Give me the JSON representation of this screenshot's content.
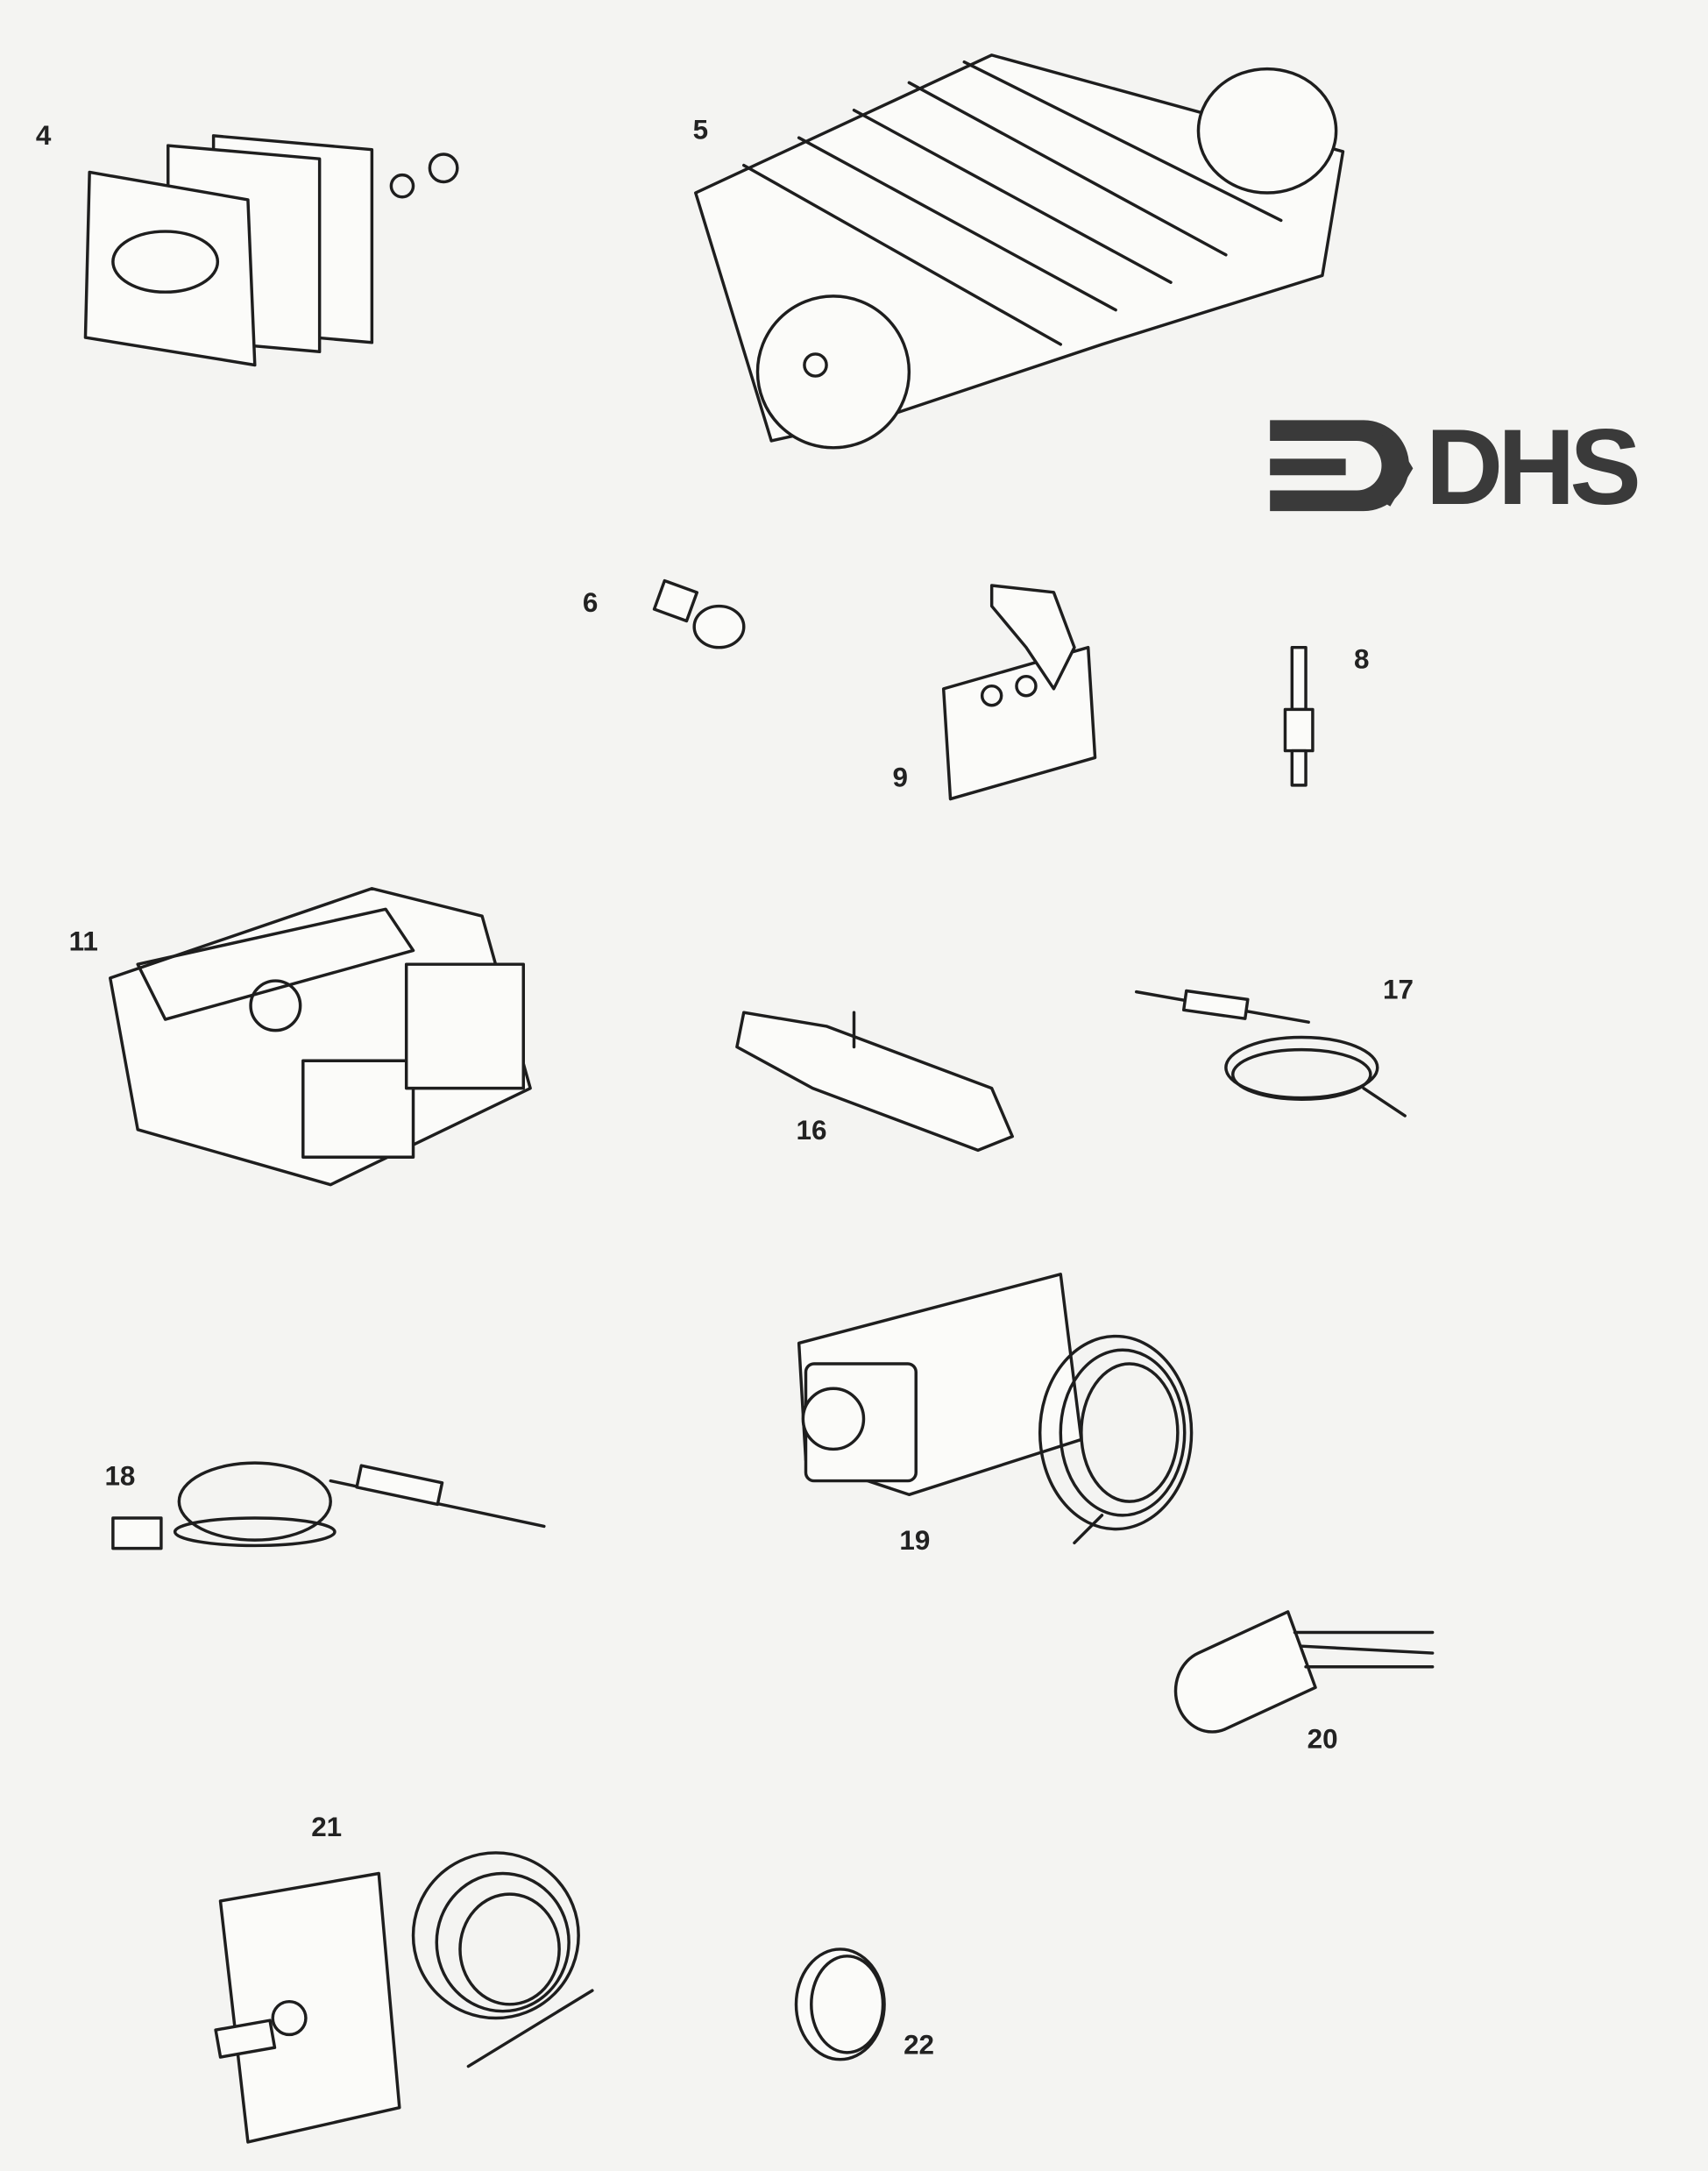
{
  "diagram": {
    "logo_text": "DHS",
    "parts": [
      {
        "number": "4"
      },
      {
        "number": "5"
      },
      {
        "number": "6"
      },
      {
        "number": "8"
      },
      {
        "number": "9"
      },
      {
        "number": "11"
      },
      {
        "number": "16"
      },
      {
        "number": "17"
      },
      {
        "number": "18"
      },
      {
        "number": "19"
      },
      {
        "number": "20"
      },
      {
        "number": "21"
      },
      {
        "number": "22"
      }
    ]
  }
}
